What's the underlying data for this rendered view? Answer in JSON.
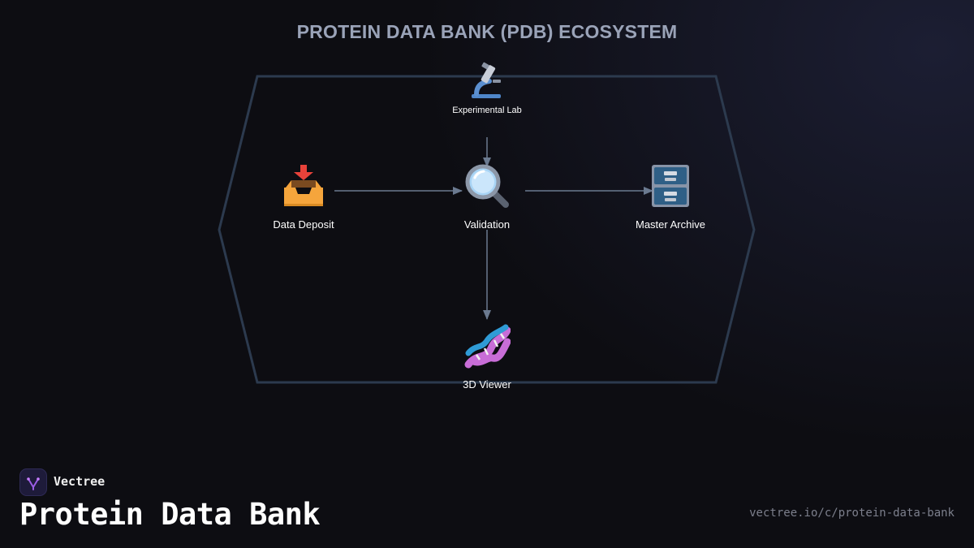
{
  "diagram": {
    "title": "PROTEIN DATA BANK (PDB) ECOSYSTEM",
    "nodes": {
      "lab": {
        "label": "Experimental Lab",
        "icon": "microscope-icon"
      },
      "deposit": {
        "label": "Data Deposit",
        "icon": "inbox-tray-icon"
      },
      "validation": {
        "label": "Validation",
        "icon": "magnifying-glass-icon"
      },
      "archive": {
        "label": "Master Archive",
        "icon": "file-cabinet-icon"
      },
      "viewer": {
        "label": "3D Viewer",
        "icon": "dna-icon"
      }
    },
    "edges": [
      {
        "from": "Experimental Lab",
        "to": "Validation"
      },
      {
        "from": "Data Deposit",
        "to": "Validation"
      },
      {
        "from": "Validation",
        "to": "Master Archive"
      },
      {
        "from": "Validation",
        "to": "3D Viewer"
      }
    ]
  },
  "footer": {
    "brand": "Vectree",
    "title": "Protein Data Bank",
    "url": "vectree.io/c/protein-data-bank"
  },
  "colors": {
    "background": "#0d0d12",
    "title": "#9aa3b8",
    "boundary": "#2c3a4e",
    "edge": "#6b7a90"
  }
}
